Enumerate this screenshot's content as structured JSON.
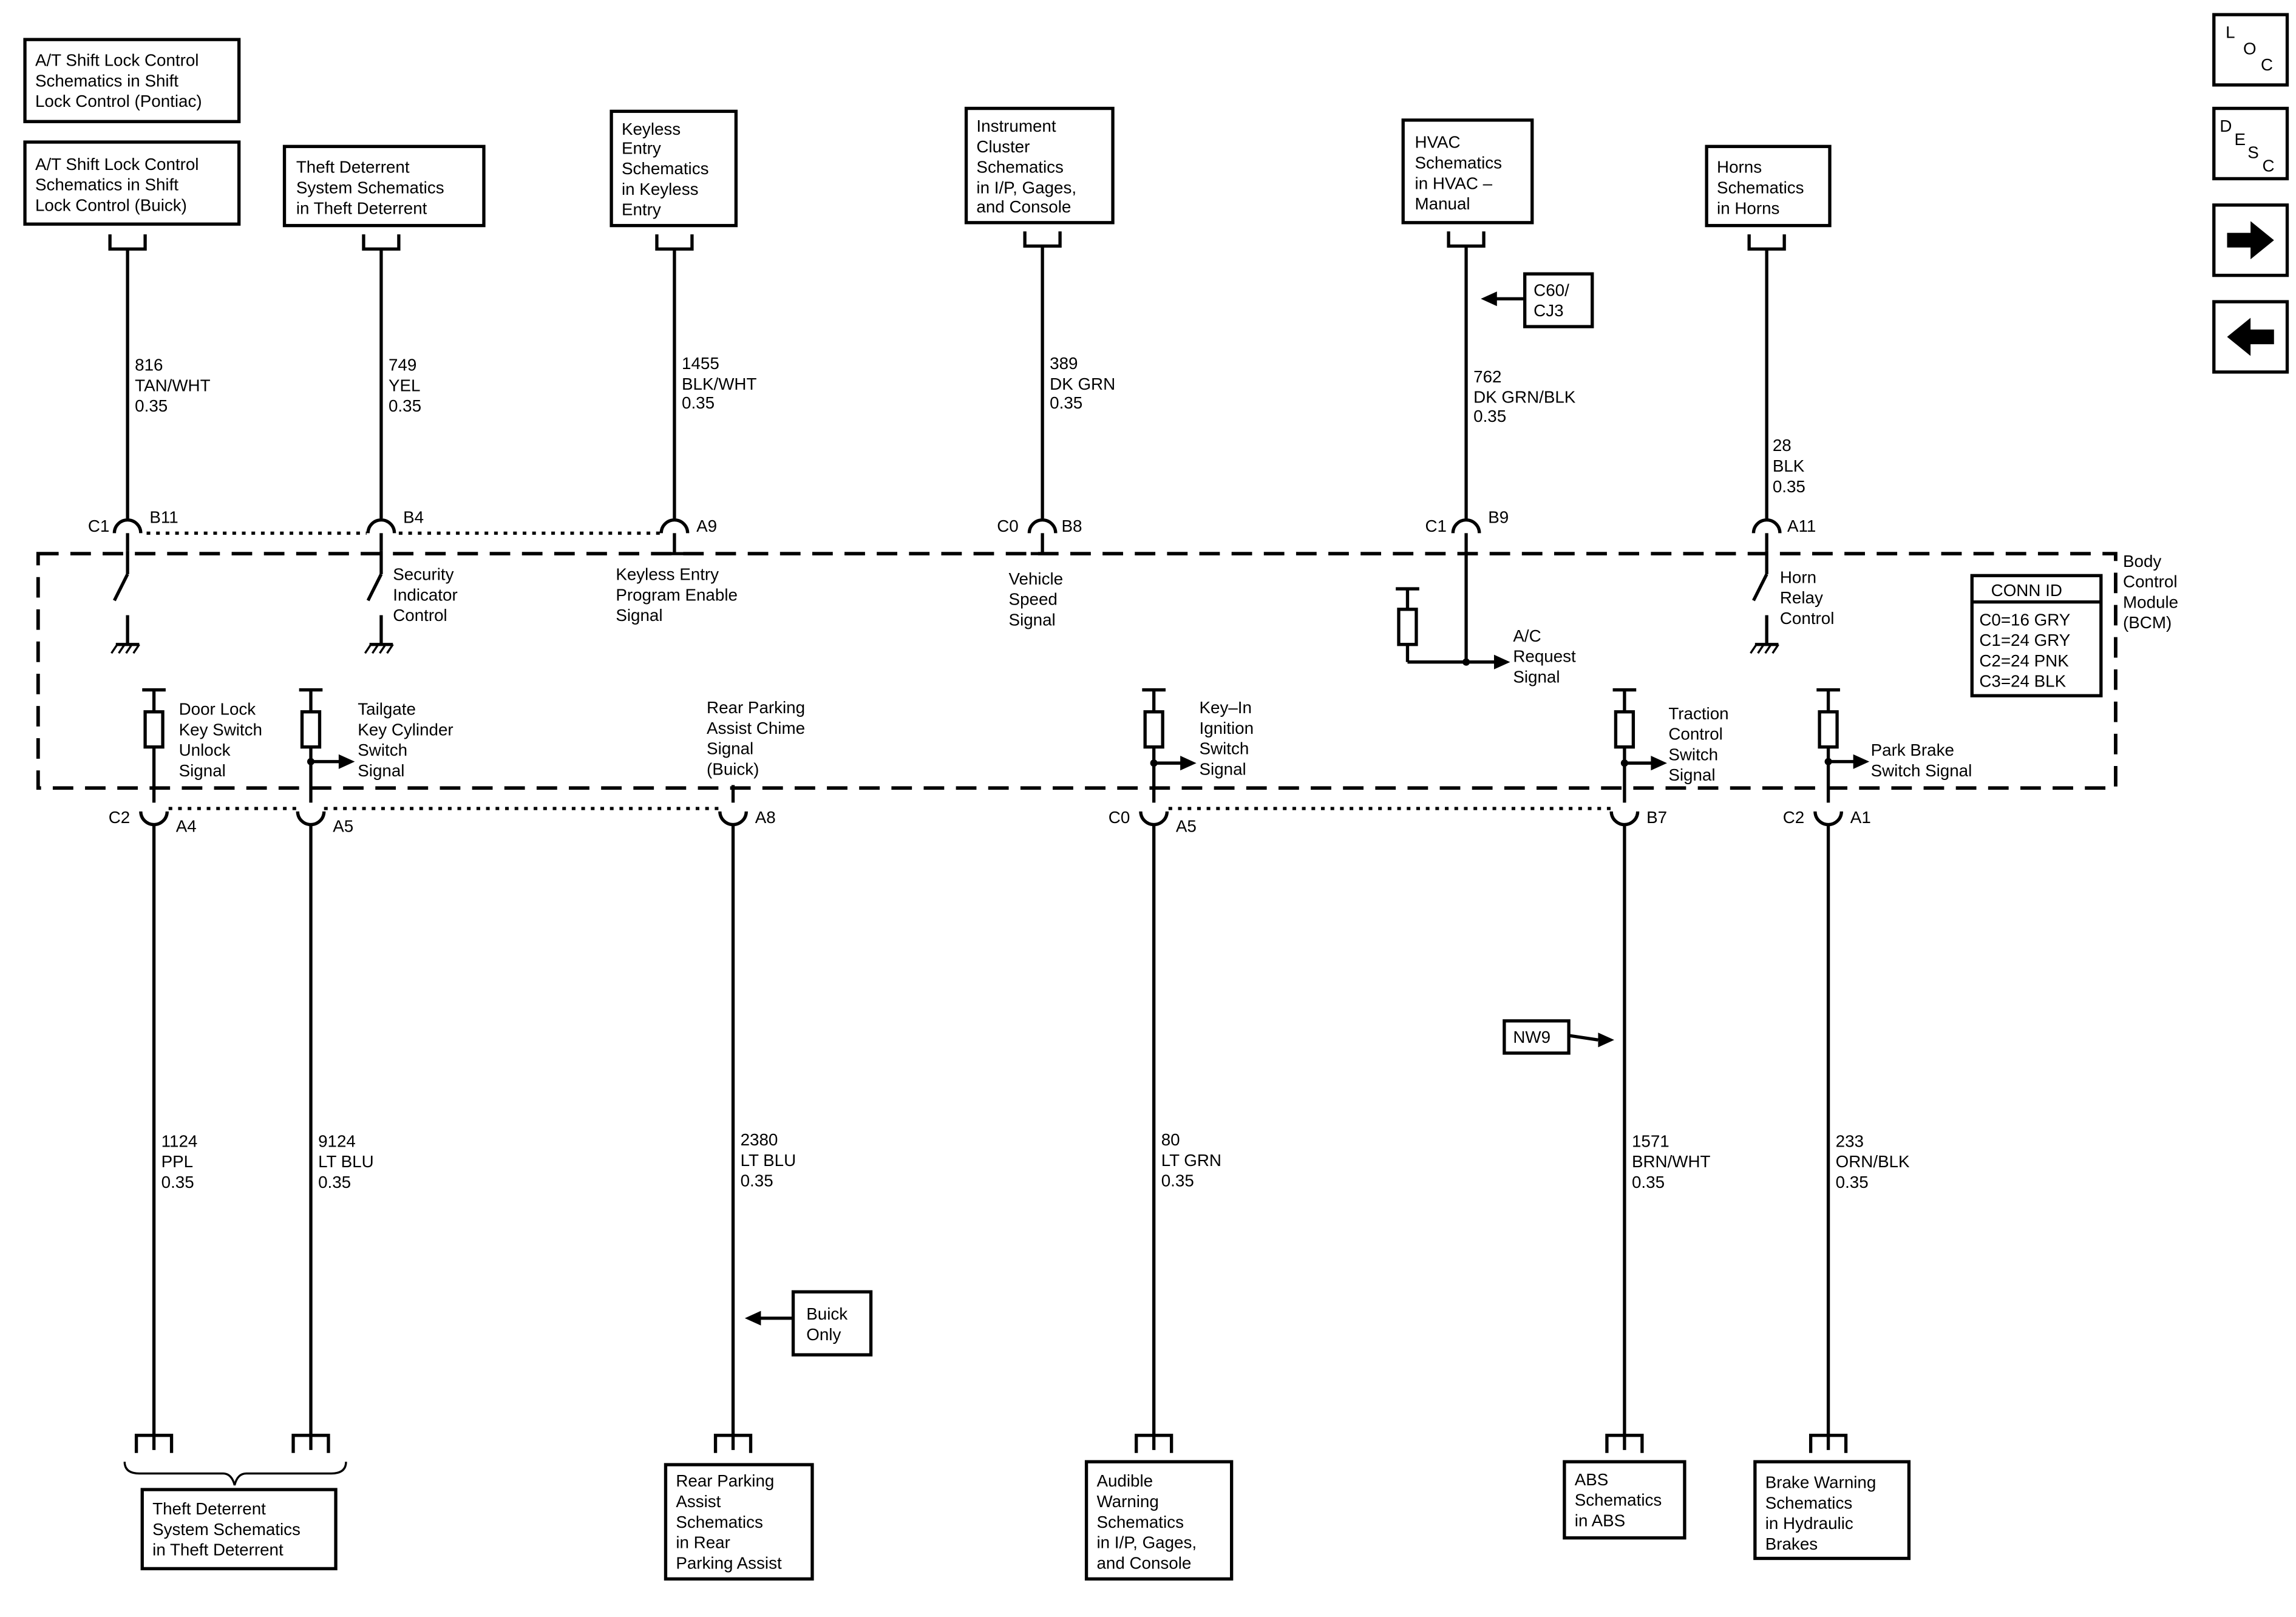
{
  "nav": {
    "loc": [
      "L",
      "O",
      "C"
    ],
    "desc": [
      "D",
      "E",
      "S",
      "C"
    ],
    "forward": "arrow-right-icon",
    "back": "arrow-left-icon"
  },
  "top_refs": {
    "shift_pontiac": [
      "A/T Shift Lock Control",
      "Schematics in Shift",
      "Lock Control (Pontiac)"
    ],
    "shift_buick": [
      "A/T Shift Lock Control",
      "Schematics in Shift",
      "Lock Control (Buick)"
    ],
    "theft": [
      "Theft Deterrent",
      "System Schematics",
      "in Theft Deterrent"
    ],
    "keyless": [
      "Keyless",
      "Entry",
      "Schematics",
      "in Keyless",
      "Entry"
    ],
    "cluster": [
      "Instrument",
      "Cluster",
      "Schematics",
      "in I/P, Gages,",
      "and Console"
    ],
    "hvac": [
      "HVAC",
      "Schematics",
      "in HVAC –",
      "Manual"
    ],
    "horns": [
      "Horns",
      "Schematics",
      "in Horns"
    ]
  },
  "option_tags": {
    "c60": [
      "C60/",
      "CJ3"
    ],
    "nw9": "NW9",
    "buick_only": [
      "Buick",
      "Only"
    ]
  },
  "top_wires": [
    {
      "circuit": "816",
      "color": "TAN/WHT",
      "gauge": "0.35"
    },
    {
      "circuit": "749",
      "color": "YEL",
      "gauge": "0.35"
    },
    {
      "circuit": "1455",
      "color": "BLK/WHT",
      "gauge": "0.35"
    },
    {
      "circuit": "389",
      "color": "DK GRN",
      "gauge": "0.35"
    },
    {
      "circuit": "762",
      "color": "DK GRN/BLK",
      "gauge": "0.35"
    },
    {
      "circuit": "28",
      "color": "BLK",
      "gauge": "0.35"
    }
  ],
  "top_pins": {
    "c1_left": "C1",
    "b11": "B11",
    "b4": "B4",
    "a9": "A9",
    "c0": "C0",
    "b8": "B8",
    "c1_right": "C1",
    "b9": "B9",
    "a11": "A11"
  },
  "bcm": {
    "name": [
      "Body",
      "Control",
      "Module",
      "(BCM)"
    ],
    "conn_title": "CONN ID",
    "conn_rows": [
      "C0=16 GRY",
      "C1=24 GRY",
      "C2=24 PNK",
      "C3=24 BLK"
    ]
  },
  "top_signals": {
    "security": [
      "Security",
      "Indicator",
      "Control"
    ],
    "keyless": [
      "Keyless Entry",
      "Program Enable",
      "Signal"
    ],
    "vss": [
      "Vehicle",
      "Speed",
      "Signal"
    ],
    "ac": [
      "A/C",
      "Request",
      "Signal"
    ],
    "horn": [
      "Horn",
      "Relay",
      "Control"
    ]
  },
  "bottom_signals": {
    "door": [
      "Door Lock",
      "Key Switch",
      "Unlock",
      "Signal"
    ],
    "tailgate": [
      "Tailgate",
      "Key Cylinder",
      "Switch",
      "Signal"
    ],
    "parking": [
      "Rear Parking",
      "Assist  Chime",
      "Signal",
      "(Buick)"
    ],
    "keyin": [
      "Key–In",
      "Ignition",
      "Switch",
      "Signal"
    ],
    "traction": [
      "Traction",
      "Control",
      "Switch",
      "Signal"
    ],
    "parkbrake": [
      "Park Brake",
      "Switch Signal"
    ]
  },
  "bottom_pins": {
    "c2_left": "C2",
    "a4": "A4",
    "a5_left": "A5",
    "a8": "A8",
    "c0": "C0",
    "a5_right": "A5",
    "b7": "B7",
    "c2_right": "C2",
    "a1": "A1"
  },
  "bottom_wires": [
    {
      "circuit": "1124",
      "color": "PPL",
      "gauge": "0.35"
    },
    {
      "circuit": "9124",
      "color": "LT BLU",
      "gauge": "0.35"
    },
    {
      "circuit": "2380",
      "color": "LT BLU",
      "gauge": "0.35"
    },
    {
      "circuit": "80",
      "color": "LT GRN",
      "gauge": "0.35"
    },
    {
      "circuit": "1571",
      "color": "BRN/WHT",
      "gauge": "0.35"
    },
    {
      "circuit": "233",
      "color": "ORN/BLK",
      "gauge": "0.35"
    }
  ],
  "bottom_refs": {
    "theft": [
      "Theft Deterrent",
      "System Schematics",
      "in Theft Deterrent"
    ],
    "parking": [
      "Rear Parking",
      "Assist",
      "Schematics",
      "in Rear",
      "Parking Assist"
    ],
    "audible": [
      "Audible",
      "Warning",
      "Schematics",
      "in I/P, Gages,",
      "and Console"
    ],
    "abs": [
      "ABS",
      "Schematics",
      "in ABS"
    ],
    "brake": [
      "Brake Warning",
      "Schematics",
      "in Hydraulic",
      "Brakes"
    ]
  }
}
